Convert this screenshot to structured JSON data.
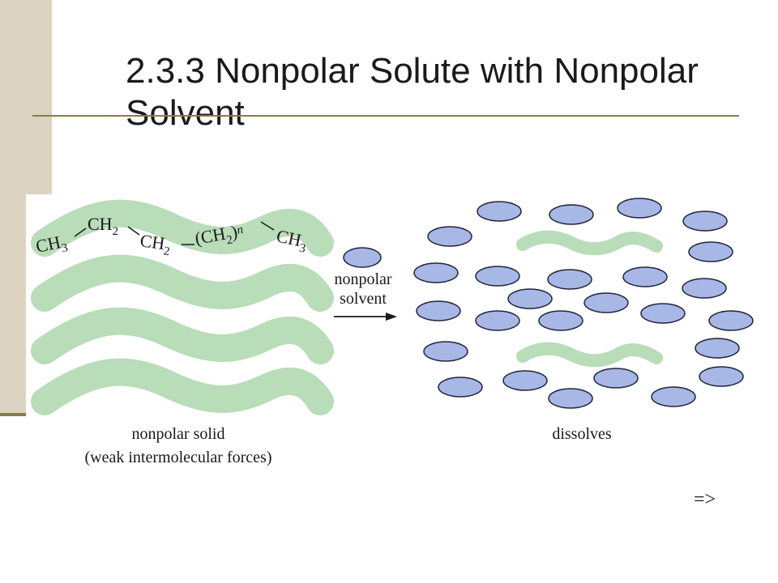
{
  "slide": {
    "title": "2.3.3 Nonpolar Solute with Nonpolar Solvent",
    "nav_next": "=>"
  },
  "colors": {
    "sidebar": "#ddd3c2",
    "rule": "#8b7a4c",
    "chain": "#b9dcb9",
    "molecule_fill": "#a7b8e6",
    "molecule_stroke": "#23253a"
  },
  "figure": {
    "formula": {
      "ch3_left": "CH",
      "ch3_left_sub": "3",
      "ch2_a": "CH",
      "ch2_a_sub": "2",
      "ch2_b": "CH",
      "ch2_b_sub": "2",
      "ch2n_open": "(CH",
      "ch2n_sub": "2",
      "ch2n_close": ")",
      "ch2n_n": "n",
      "ch3_right": "CH",
      "ch3_right_sub": "3"
    },
    "arrow": {
      "line1": "nonpolar",
      "line2": "solvent"
    },
    "left_caption": {
      "line1": "nonpolar solid",
      "line2": "(weak intermolecular forces)"
    },
    "right_caption": "dissolves"
  }
}
